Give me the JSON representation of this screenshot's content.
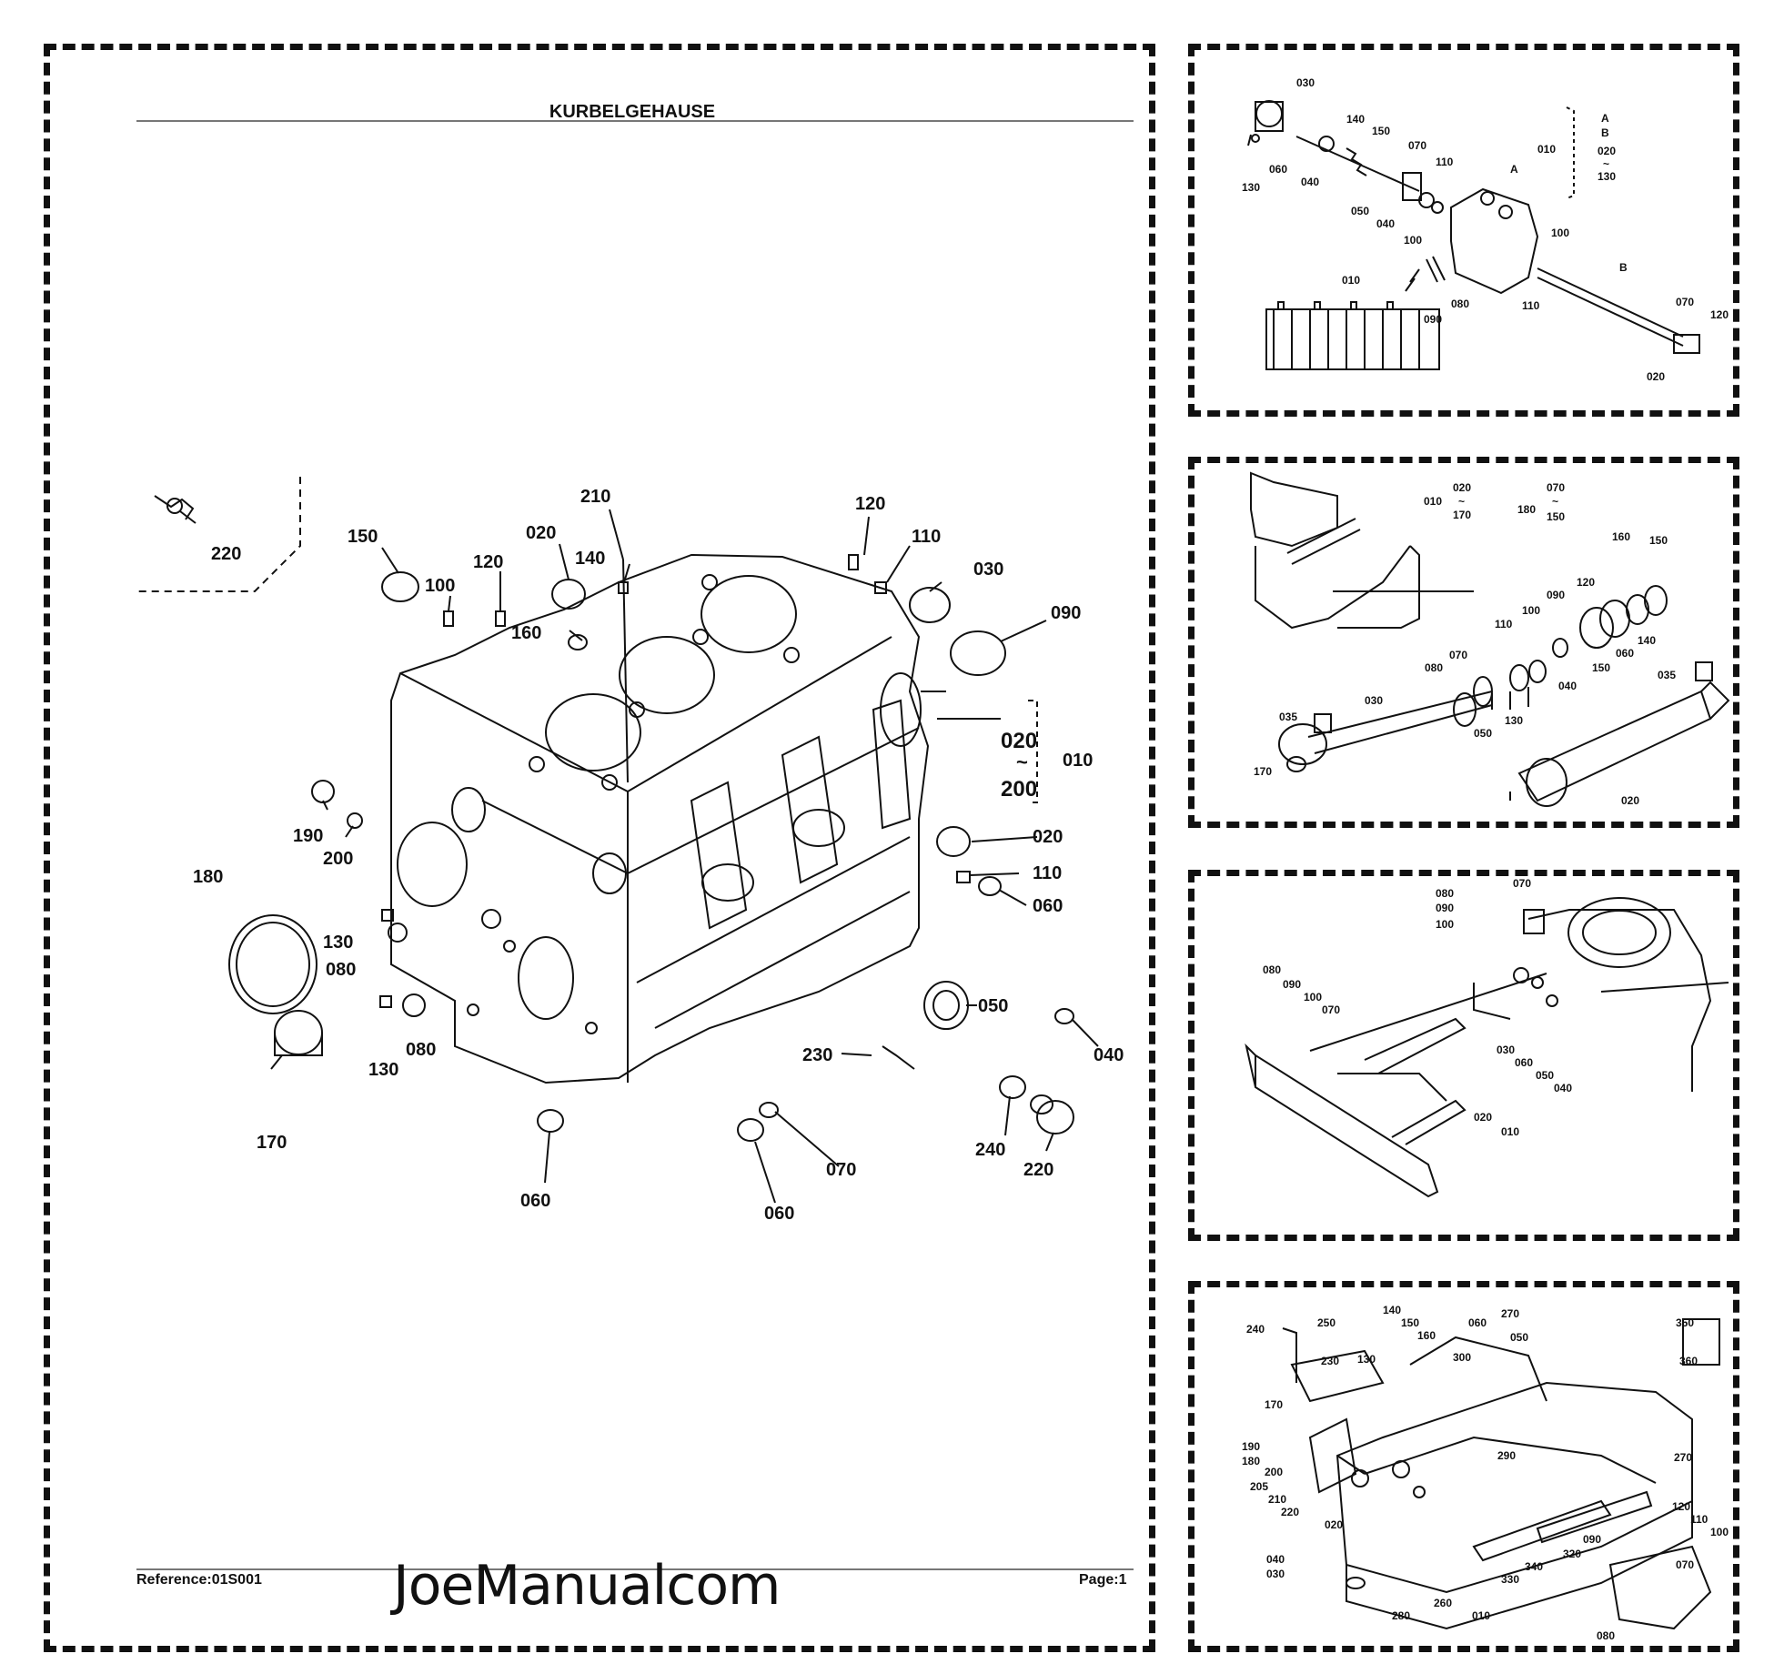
{
  "main_sheet": {
    "title": "KURBELGEHAUSE",
    "reference": "Reference:01S001",
    "page": "Page:1",
    "watermark": "JoeManualcom",
    "range_label": {
      "from": "020",
      "tilde": "~",
      "to": "200",
      "group": "010"
    },
    "callouts": [
      "220",
      "210",
      "120",
      "150",
      "020",
      "140",
      "110",
      "030",
      "100",
      "120",
      "160",
      "090",
      "190",
      "200",
      "020",
      "180",
      "110",
      "060",
      "130",
      "080",
      "050",
      "130",
      "080",
      "230",
      "040",
      "170",
      "240",
      "220",
      "060",
      "070",
      "060"
    ]
  },
  "panel_valve": {
    "callouts": [
      "030",
      "130",
      "060",
      "040",
      "140",
      "150",
      "050",
      "040",
      "070",
      "100",
      "110",
      "A",
      "010",
      "B",
      "100",
      "110",
      "090",
      "080",
      "070",
      "120",
      "020",
      "010"
    ],
    "range_label": [
      "A",
      "B",
      "020",
      "~",
      "130"
    ]
  },
  "panel_cylinder": {
    "callouts": [
      "010",
      "020",
      "~",
      "170",
      "180",
      "070",
      "~",
      "150",
      "160",
      "150",
      "120",
      "090",
      "100",
      "110",
      "080",
      "070",
      "140",
      "060",
      "150",
      "040",
      "130",
      "050",
      "035",
      "030",
      "170",
      "035",
      "020"
    ]
  },
  "panel_blade": {
    "callouts": [
      "080",
      "090",
      "100",
      "070",
      "080",
      "090",
      "100",
      "070",
      "030",
      "060",
      "050",
      "040",
      "020",
      "010"
    ]
  },
  "panel_frame": {
    "callouts": [
      "240",
      "250",
      "230",
      "140",
      "150",
      "160",
      "060",
      "270",
      "050",
      "350",
      "360",
      "130",
      "300",
      "170",
      "190",
      "180",
      "200",
      "205",
      "210",
      "220",
      "020",
      "290",
      "270",
      "120",
      "110",
      "100",
      "090",
      "320",
      "340",
      "330",
      "040",
      "030",
      "260",
      "010",
      "280",
      "070",
      "080"
    ]
  }
}
